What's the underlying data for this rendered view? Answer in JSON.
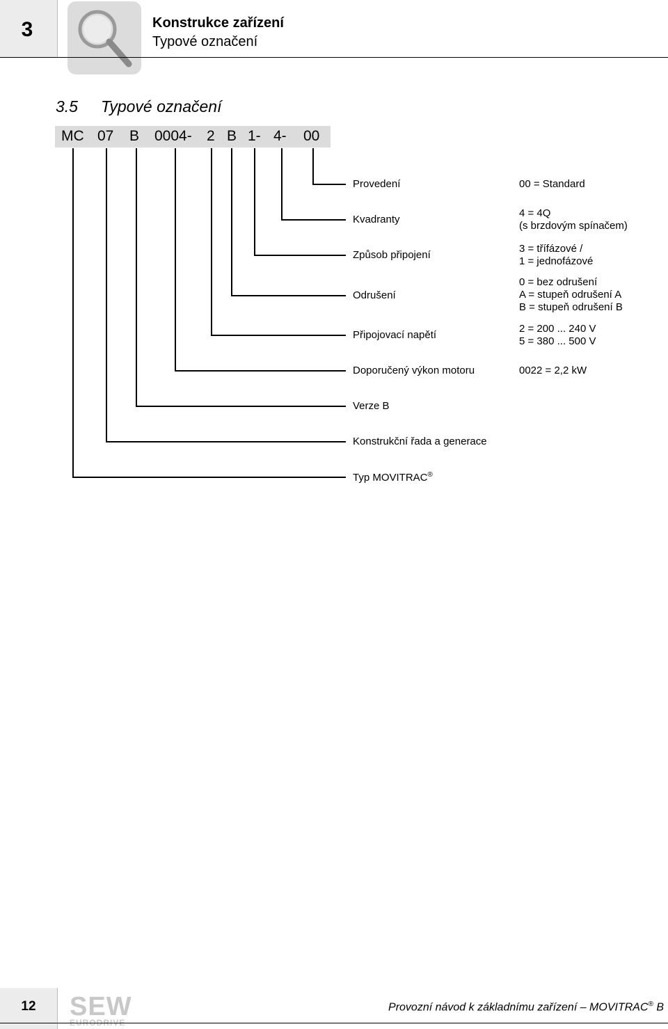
{
  "header": {
    "chapter_number": "3",
    "title_bold": "Konstrukce zařízení",
    "title_sub": "Typové označení"
  },
  "section": {
    "number": "3.5",
    "title": "Typové označení"
  },
  "code": [
    "MC",
    "07",
    "B",
    "0004-",
    "2",
    "B",
    "1-",
    "4-",
    "00"
  ],
  "items": [
    {
      "label": "Provedení",
      "value": [
        "00 = Standard"
      ]
    },
    {
      "label": "Kvadranty",
      "value": [
        "4 = 4Q",
        "(s brzdovým spínačem)"
      ]
    },
    {
      "label": "Způsob připojení",
      "value": [
        "3 = třífázové /",
        "1 = jednofázové"
      ]
    },
    {
      "label": "Odrušení",
      "value": [
        "0 = bez odrušení",
        "A = stupeň odrušení A",
        "B = stupeň odrušení B"
      ]
    },
    {
      "label": "Připojovací napětí",
      "value": [
        "2 = 200 ... 240 V",
        "5 = 380 ... 500 V"
      ]
    },
    {
      "label": "Doporučený výkon motoru",
      "value": [
        "0022 = 2,2 kW"
      ]
    },
    {
      "label": "Verze B",
      "value": []
    },
    {
      "label": "Konstrukční řada a generace",
      "value": []
    },
    {
      "label": "Typ MOVITRAC",
      "value": [],
      "sup": "®"
    }
  ],
  "footer": {
    "page_number": "12",
    "logo_top": "SEW",
    "logo_bottom": "EURODRIVE",
    "text": "Provozní návod k základnímu zařízení – MOVITRAC",
    "sup": "®",
    "suffix": " B"
  },
  "icons": {
    "header_icon": "magnifier-icon"
  },
  "colors": {
    "panel_gray": "#dcdcdc",
    "tab_gray": "#ececec",
    "logo_gray": "#c8c8c8"
  }
}
